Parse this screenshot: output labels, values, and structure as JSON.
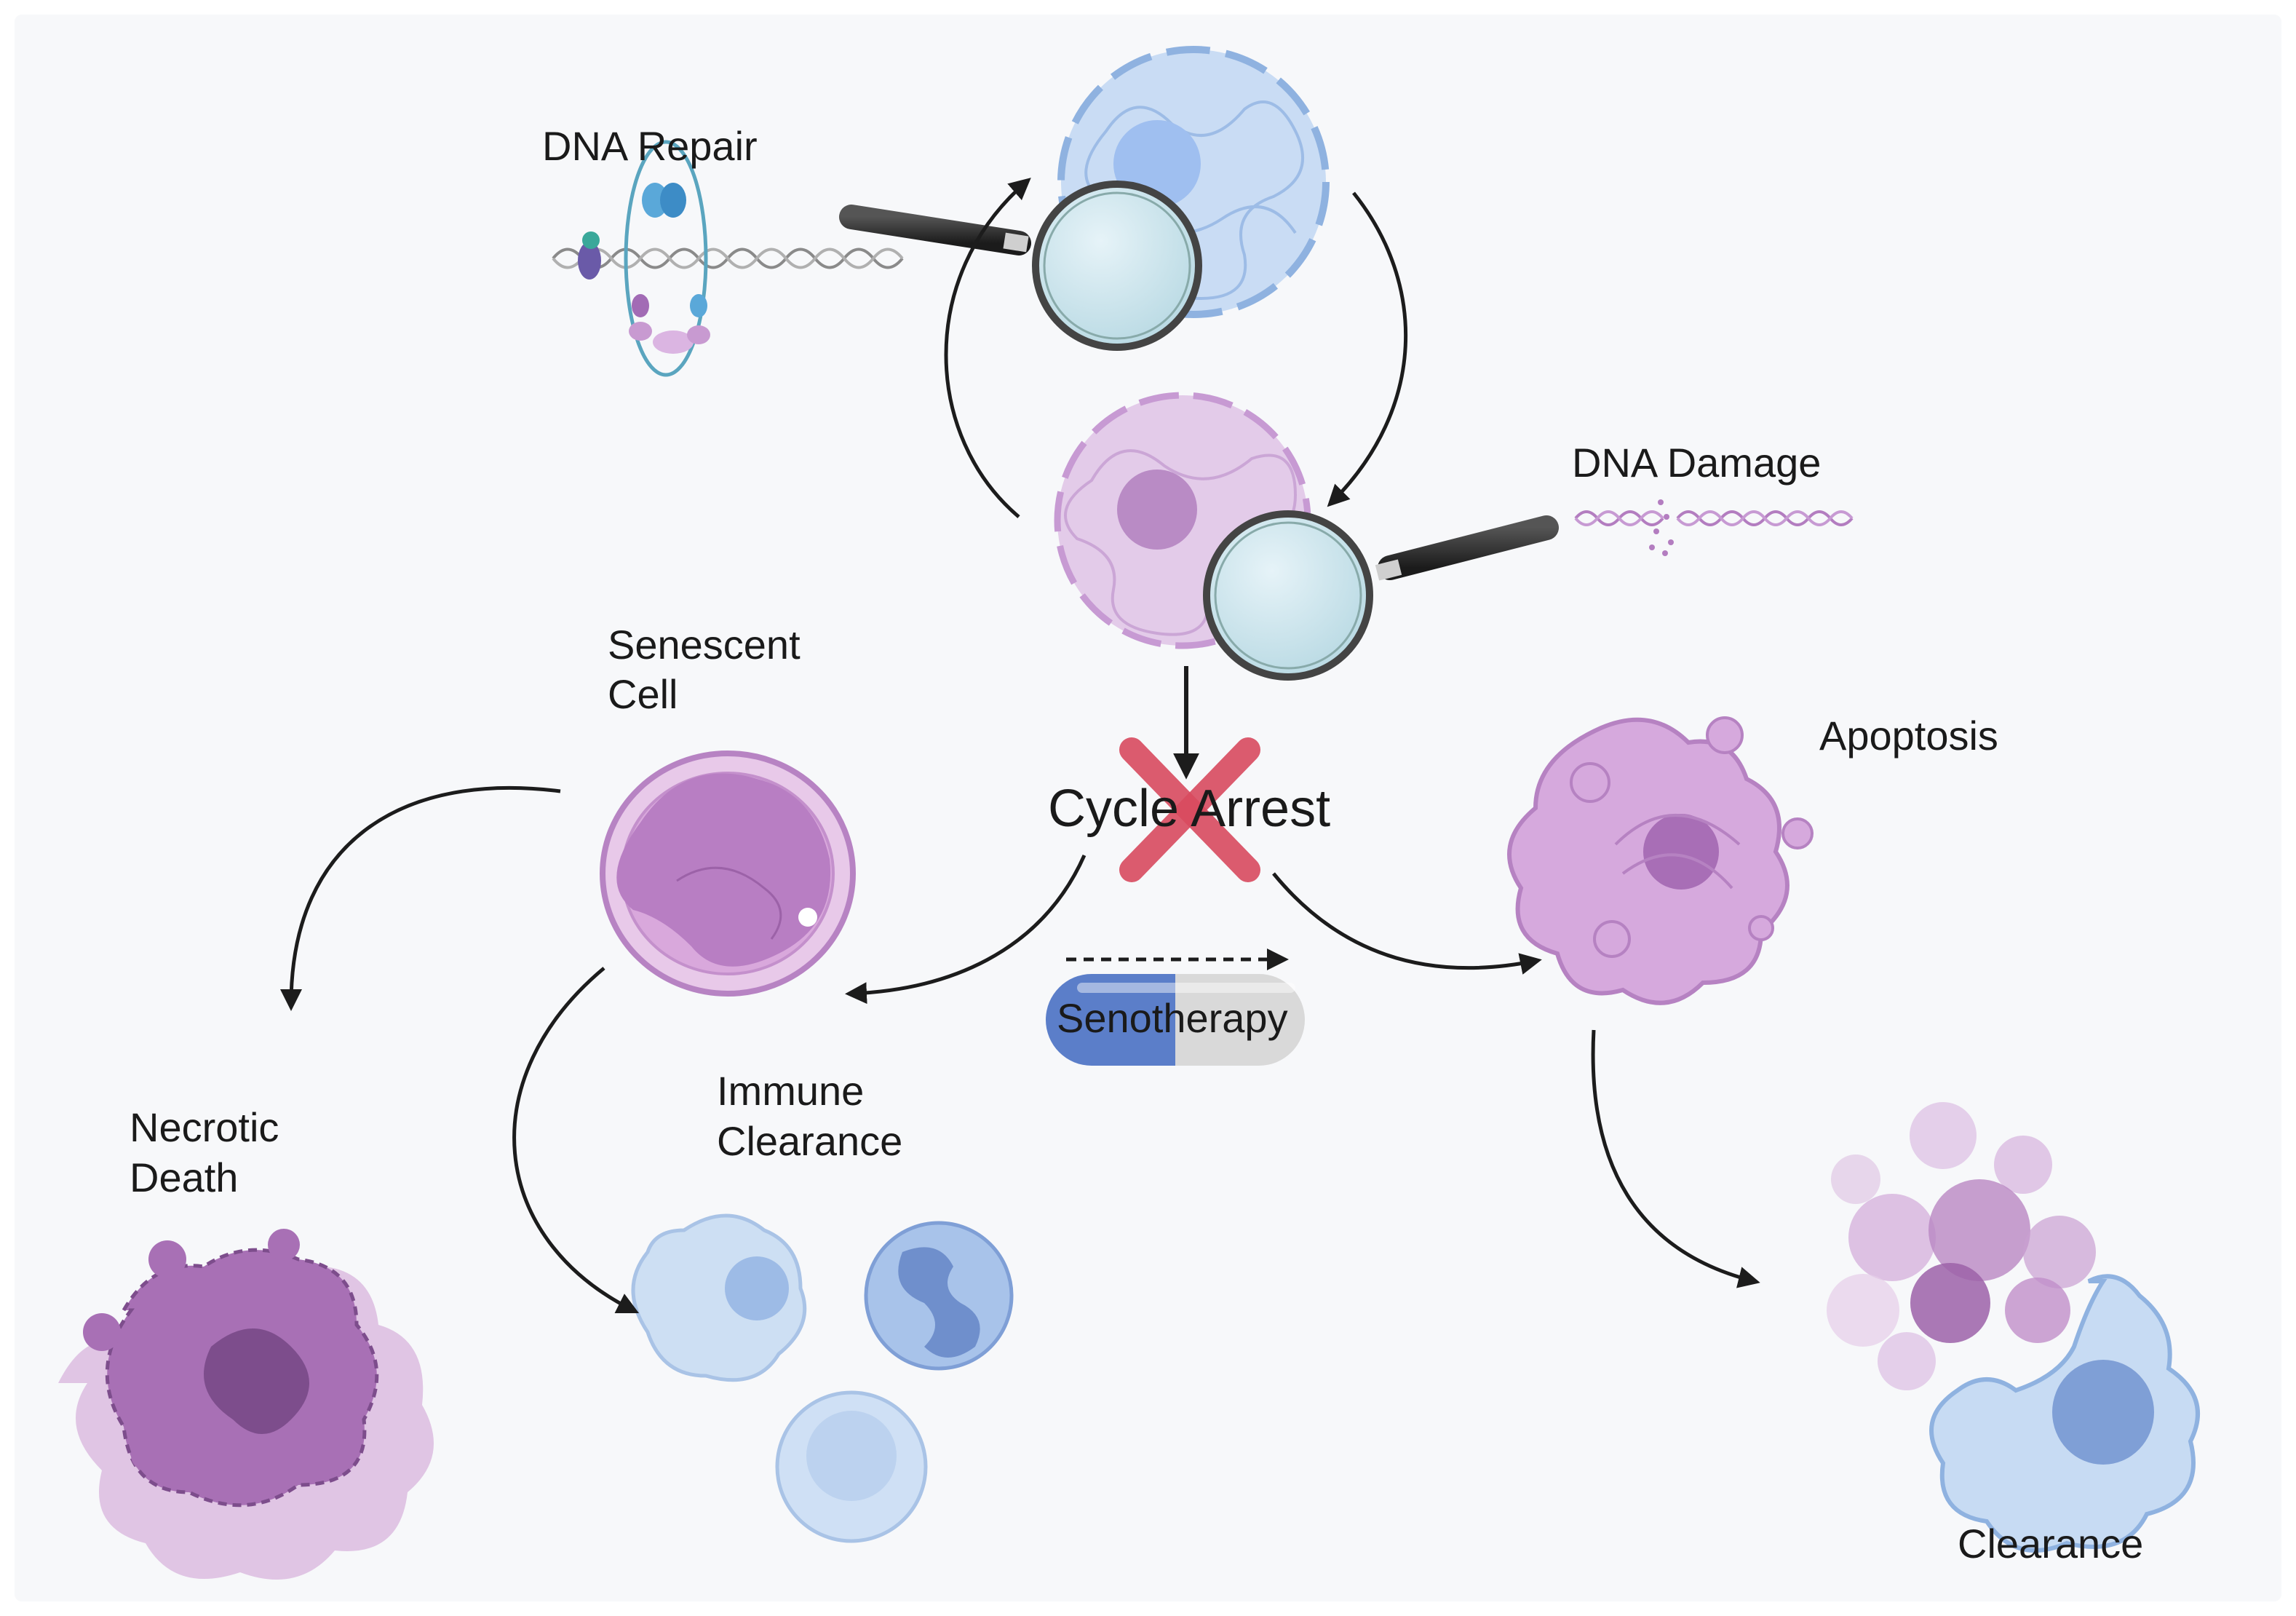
{
  "labels": {
    "dna_repair": "DNA Repair",
    "dna_damage": "DNA Damage",
    "senescent_line1": "Senescent",
    "senescent_line2": "Cell",
    "cycle_arrest": "Cycle Arrest",
    "apoptosis": "Apoptosis",
    "senotherapy": "Senotherapy",
    "immune_line1": "Immune",
    "immune_line2": "Clearance",
    "necrotic_line1": "Necrotic",
    "necrotic_line2": "Death",
    "clearance": "Clearance"
  },
  "colors": {
    "background": "#f7f8fa",
    "blue_cell": "#c9dcf4",
    "purple_cell": "#e3cbe9",
    "dark_purple": "#9a63a8",
    "red_x": "#d94b5f",
    "pill_blue": "#5b7ec9",
    "pill_gray": "#d9d9d9",
    "arrow": "#1c1c1c"
  }
}
